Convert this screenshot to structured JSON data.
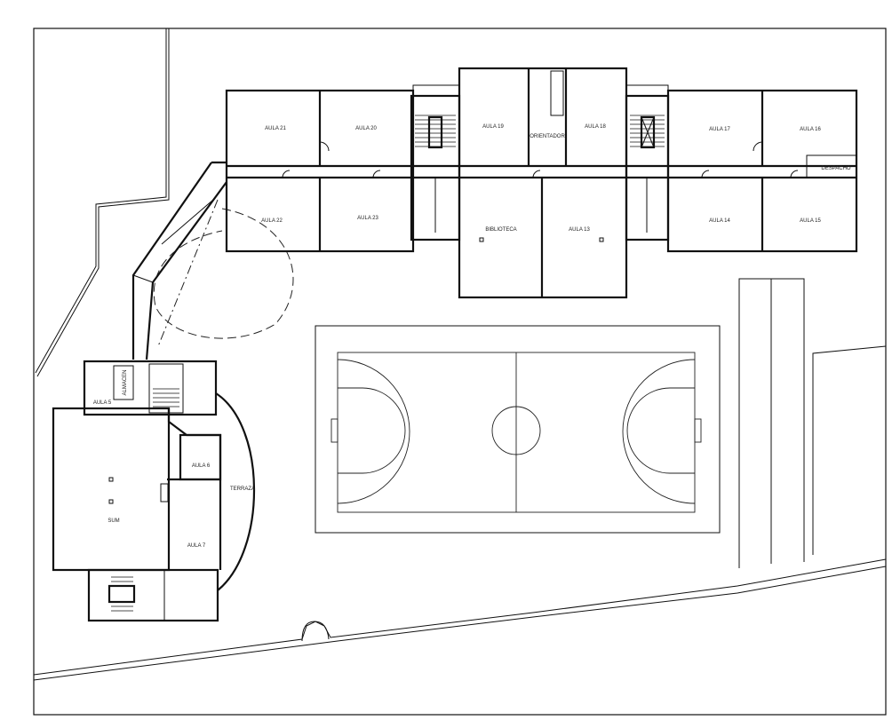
{
  "plan": {
    "rooms": {
      "aula21": "AULA 21",
      "aula20": "AULA 20",
      "aula19": "AULA 19",
      "orientador": "ORIENTADOR",
      "aula18": "AULA 18",
      "aula17": "AULA 17",
      "aula16": "AULA 16",
      "despacho": "DESPACHO",
      "aula22": "AULA 22",
      "aula23": "AULA 23",
      "biblioteca": "BIBLIOTECA",
      "aula13": "AULA 13",
      "aula14": "AULA 14",
      "aula15": "AULA 15",
      "almacen": "ALMACEN",
      "aula5": "AULA 5",
      "aula6": "AULA 6",
      "terraza": "TERRAZA",
      "sum": "SUM",
      "aula7": "AULA 7"
    }
  }
}
